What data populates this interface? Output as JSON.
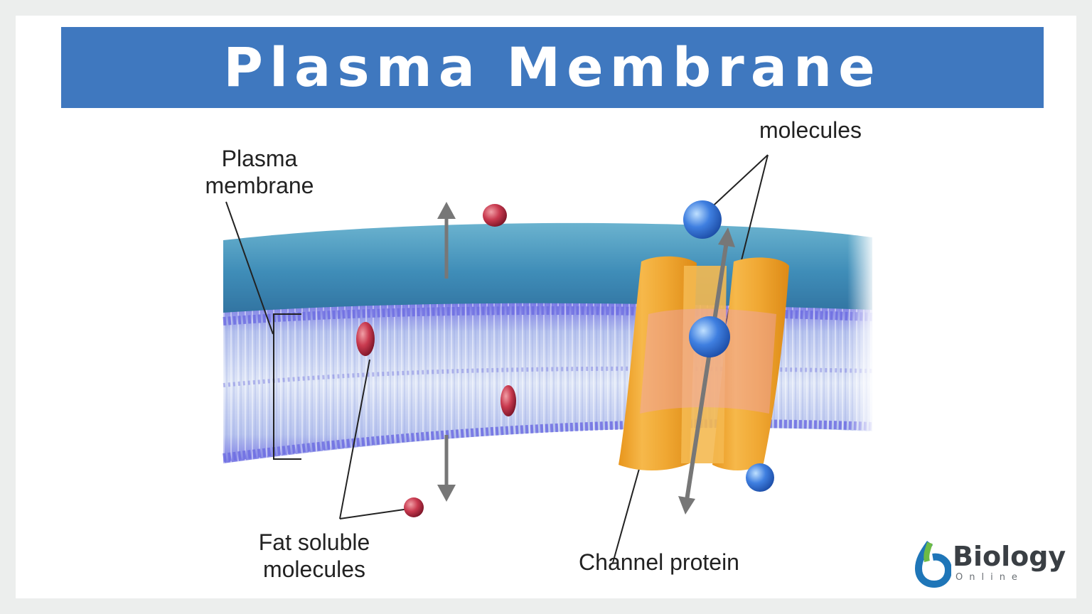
{
  "banner": {
    "title": "Plasma Membrane"
  },
  "labels": {
    "plasma_membrane_line1": "Plasma",
    "plasma_membrane_line2": "membrane",
    "water_soluble_partial": "molecules",
    "fat_soluble_line1": "Fat soluble",
    "fat_soluble_line2": "molecules",
    "channel_protein": "Channel protein"
  },
  "logo": {
    "name": "Biology",
    "sub": "Online"
  },
  "colors": {
    "banner": "#3f78bf",
    "water": "#3d8ab4",
    "bilayer_head": "#6e6fe0",
    "bilayer_tail": "#c9d3ef",
    "channel_protein": "#f1a92c",
    "fat_molecule": "#c93a4f",
    "water_molecule": "#3f7fe0"
  }
}
